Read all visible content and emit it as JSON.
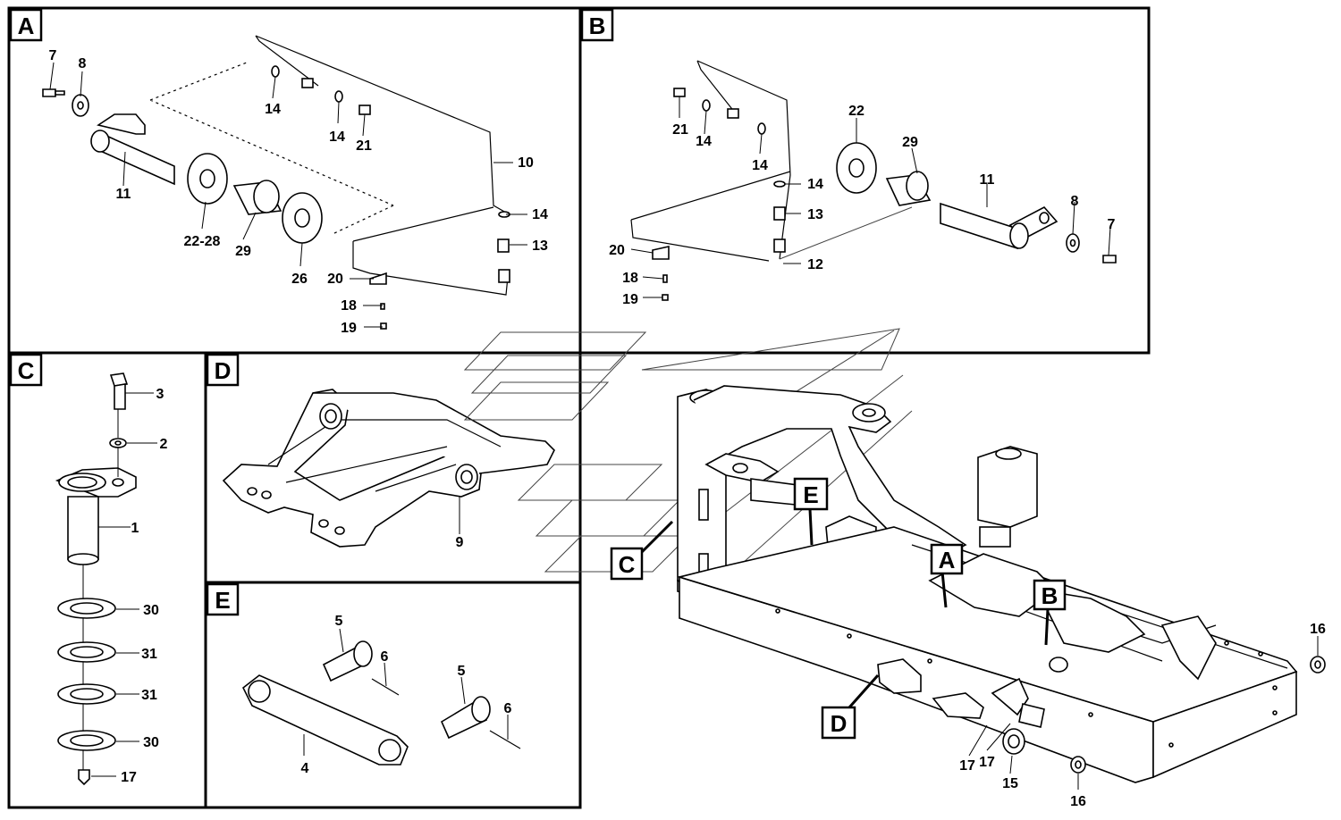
{
  "panels": {
    "A": {
      "letter": "A"
    },
    "B": {
      "letter": "B"
    },
    "C": {
      "letter": "C"
    },
    "D": {
      "letter": "D"
    },
    "E": {
      "letter": "E"
    }
  },
  "callouts_a": [
    "7",
    "8",
    "14",
    "14",
    "21",
    "10",
    "11",
    "22-28",
    "29",
    "26",
    "14",
    "13",
    "20",
    "18",
    "19"
  ],
  "callouts_b": [
    "21",
    "14",
    "14",
    "22",
    "29",
    "11",
    "14",
    "13",
    "12",
    "8",
    "7",
    "20",
    "18",
    "19"
  ],
  "callouts_c": [
    "3",
    "2",
    "1",
    "30",
    "31",
    "31",
    "30",
    "17"
  ],
  "callouts_d": [
    "9"
  ],
  "callouts_e": [
    "5",
    "6",
    "5",
    "6",
    "4"
  ],
  "callouts_main": [
    "16",
    "16",
    "15",
    "17",
    "17"
  ],
  "main_markers": [
    "A",
    "B",
    "C",
    "D",
    "E"
  ]
}
